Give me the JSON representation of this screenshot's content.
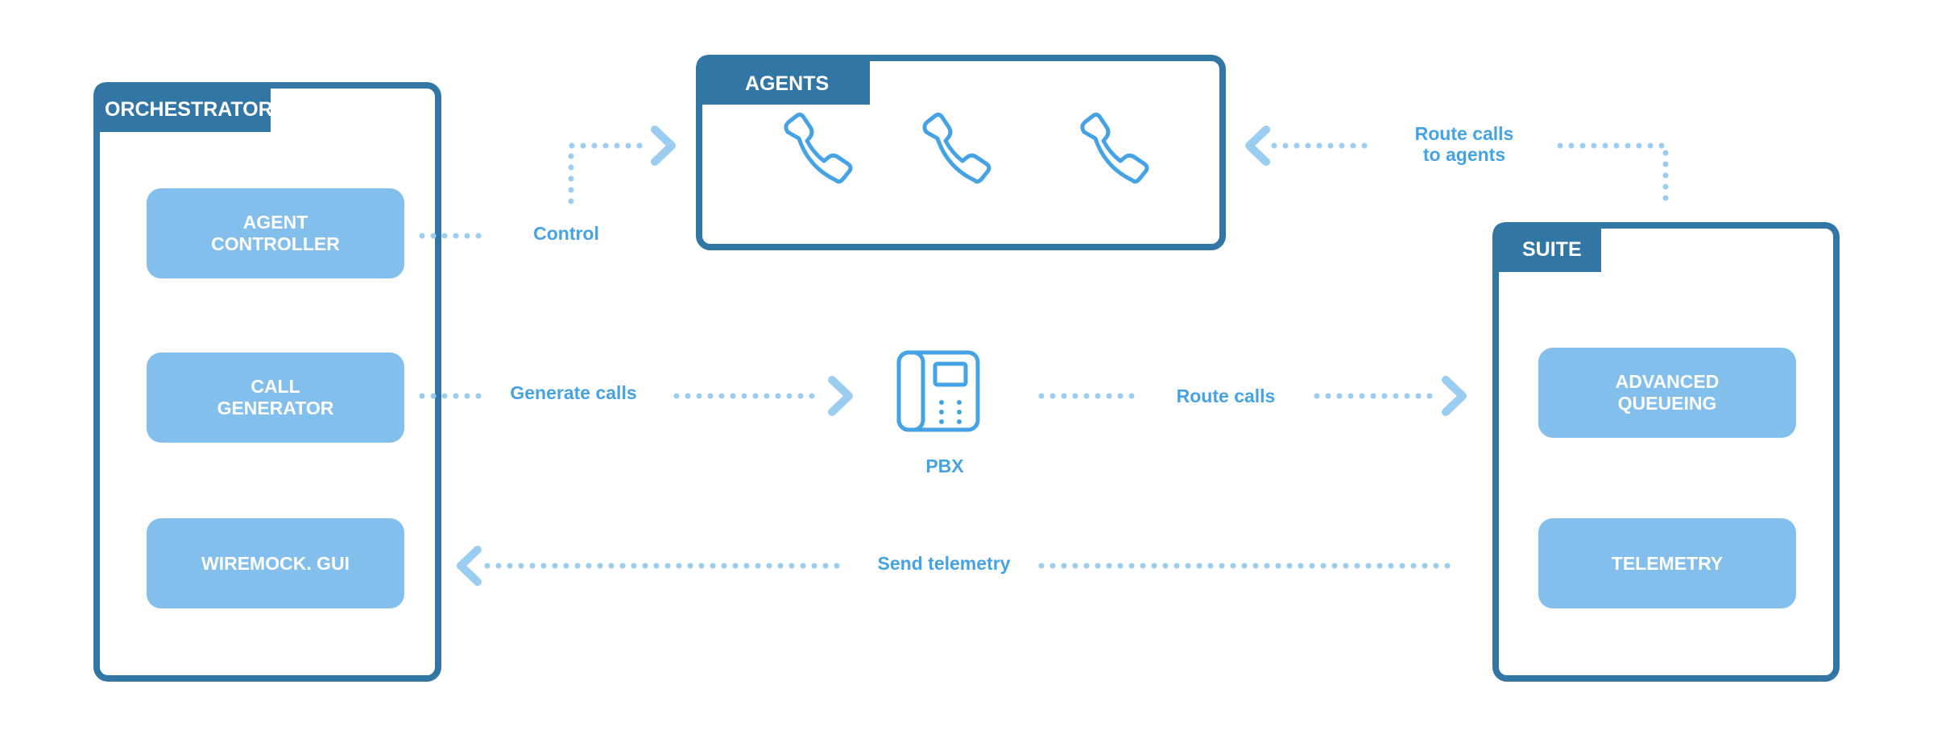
{
  "colors": {
    "frame": "#3276a6",
    "block": "#82bfec",
    "accent": "#45a3e5",
    "dots": "#9bcdf1",
    "block_text": "#ffffff"
  },
  "orchestrator": {
    "title": "ORCHESTRATOR",
    "blocks": [
      {
        "line1": "AGENT",
        "line2": "CONTROLLER"
      },
      {
        "line1": "CALL",
        "line2": "GENERATOR"
      },
      {
        "line1": "WIREMOCK. GUI",
        "line2": ""
      }
    ]
  },
  "agents": {
    "title": "AGENTS",
    "icons": [
      "phone-handset-icon",
      "phone-handset-icon",
      "phone-handset-icon"
    ]
  },
  "suite": {
    "title": "SUITE",
    "blocks": [
      {
        "line1": "ADVANCED",
        "line2": "QUEUEING"
      },
      {
        "line1": "TELEMETRY",
        "line2": ""
      }
    ]
  },
  "pbx": {
    "label": "PBX",
    "icon": "desk-phone-icon"
  },
  "connectors": {
    "control": "Control",
    "route_to_agents_line1": "Route calls",
    "route_to_agents_line2": "to agents",
    "generate_calls": "Generate calls",
    "route_calls": "Route calls",
    "send_telemetry": "Send telemetry"
  }
}
